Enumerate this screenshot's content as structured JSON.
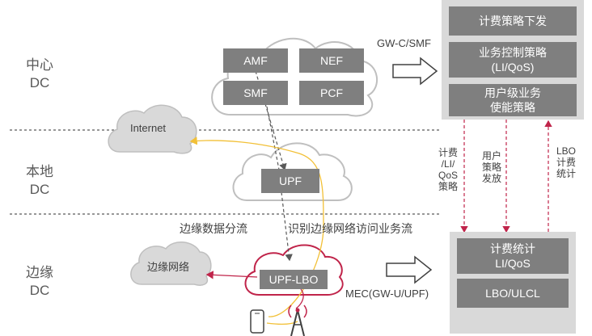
{
  "tiers": {
    "center": {
      "line1": "中心",
      "line2": "DC"
    },
    "local": {
      "line1": "本地",
      "line2": "DC"
    },
    "edge": {
      "line1": "边缘",
      "line2": "DC"
    }
  },
  "center_cloud": {
    "amf": "AMF",
    "nef": "NEF",
    "smf": "SMF",
    "pcf": "PCF"
  },
  "local_cloud": {
    "upf": "UPF"
  },
  "edge_cloud": {
    "upf_lbo": "UPF-LBO"
  },
  "internet_cloud": {
    "label": "Internet"
  },
  "edge_network_cloud": {
    "label": "边缘网络"
  },
  "gw_c_label": "GW-C/SMF",
  "mec_label": "MEC(GW-U/UPF)",
  "top_panel": {
    "item1": "计费策略下发",
    "item2_line1": "业务控制策略",
    "item2_line2": "(LI/QoS)",
    "item3_line1": "用户级业务",
    "item3_line2": "使能策略"
  },
  "bottom_panel": {
    "item1_line1": "计费统计",
    "item1_line2": "LI/QoS",
    "item2": "LBO/ULCL"
  },
  "flow_labels": {
    "edge_split": "边缘数据分流",
    "identify": "识别边缘网络访问业务流"
  },
  "vertical_labels": {
    "charging_policy": [
      "计费",
      "/LI/",
      "QoS",
      "策略"
    ],
    "user_policy": [
      "用户",
      "策略",
      "发放"
    ],
    "lbo_stats": [
      "LBO",
      "计费",
      "统计"
    ]
  },
  "colors": {
    "box_gray": "#7f7f7f",
    "panel_gray": "#d9d9d9",
    "arrow_red": "#c0244a",
    "flow_yellow": "#f2c037",
    "divider": "#595959"
  }
}
